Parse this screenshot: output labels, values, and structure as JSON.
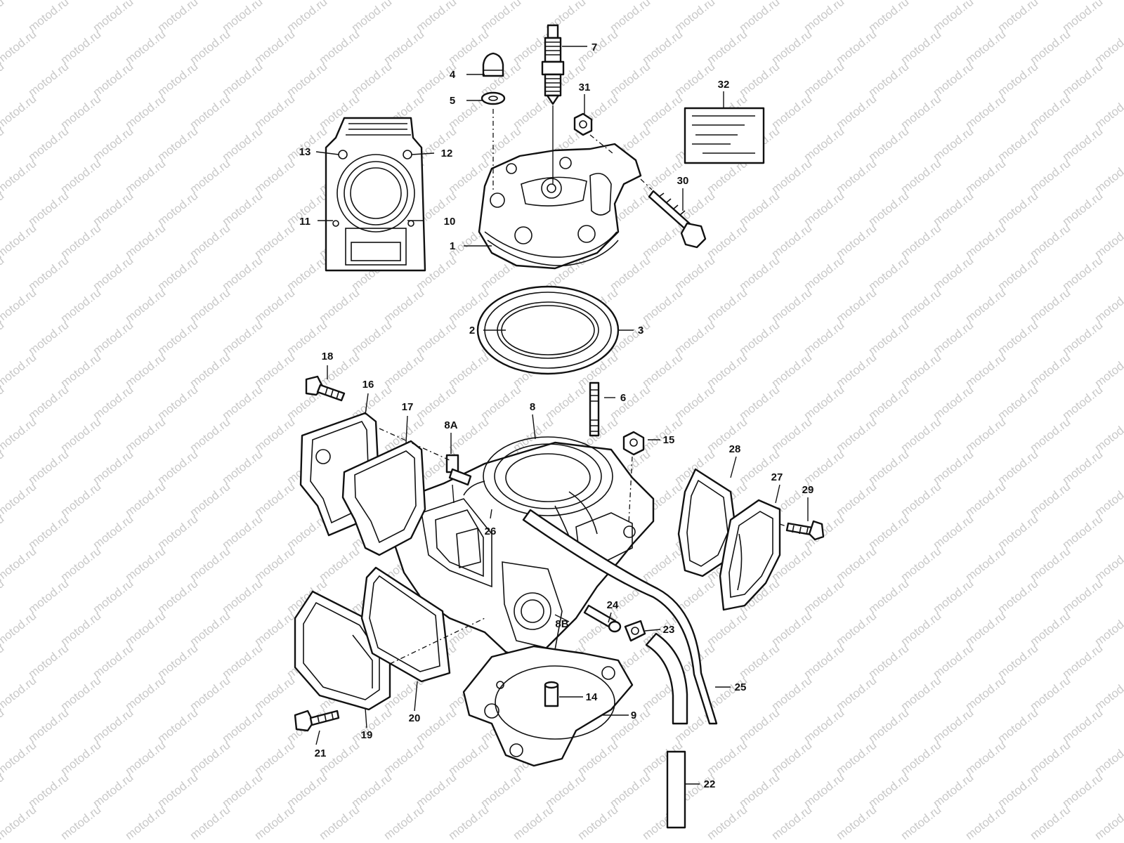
{
  "diagram": {
    "watermark": "motod.ru",
    "callouts": [
      {
        "id": "c1",
        "label": "1"
      },
      {
        "id": "c2",
        "label": "2"
      },
      {
        "id": "c3",
        "label": "3"
      },
      {
        "id": "c4",
        "label": "4"
      },
      {
        "id": "c5",
        "label": "5"
      },
      {
        "id": "c6",
        "label": "6"
      },
      {
        "id": "c7",
        "label": "7"
      },
      {
        "id": "c8",
        "label": "8"
      },
      {
        "id": "c8a",
        "label": "8A"
      },
      {
        "id": "c8b",
        "label": "8B"
      },
      {
        "id": "c9",
        "label": "9"
      },
      {
        "id": "c10",
        "label": "10"
      },
      {
        "id": "c11",
        "label": "11"
      },
      {
        "id": "c12",
        "label": "12"
      },
      {
        "id": "c13",
        "label": "13"
      },
      {
        "id": "c14",
        "label": "14"
      },
      {
        "id": "c15",
        "label": "15"
      },
      {
        "id": "c16",
        "label": "16"
      },
      {
        "id": "c17",
        "label": "17"
      },
      {
        "id": "c18",
        "label": "18"
      },
      {
        "id": "c19",
        "label": "19"
      },
      {
        "id": "c20",
        "label": "20"
      },
      {
        "id": "c21",
        "label": "21"
      },
      {
        "id": "c22",
        "label": "22"
      },
      {
        "id": "c23",
        "label": "23"
      },
      {
        "id": "c24",
        "label": "24"
      },
      {
        "id": "c25",
        "label": "25"
      },
      {
        "id": "c26",
        "label": "26"
      },
      {
        "id": "c27",
        "label": "27"
      },
      {
        "id": "c28",
        "label": "28"
      },
      {
        "id": "c29",
        "label": "29"
      },
      {
        "id": "c30",
        "label": "30"
      },
      {
        "id": "c31",
        "label": "31"
      },
      {
        "id": "c32",
        "label": "32"
      }
    ]
  }
}
